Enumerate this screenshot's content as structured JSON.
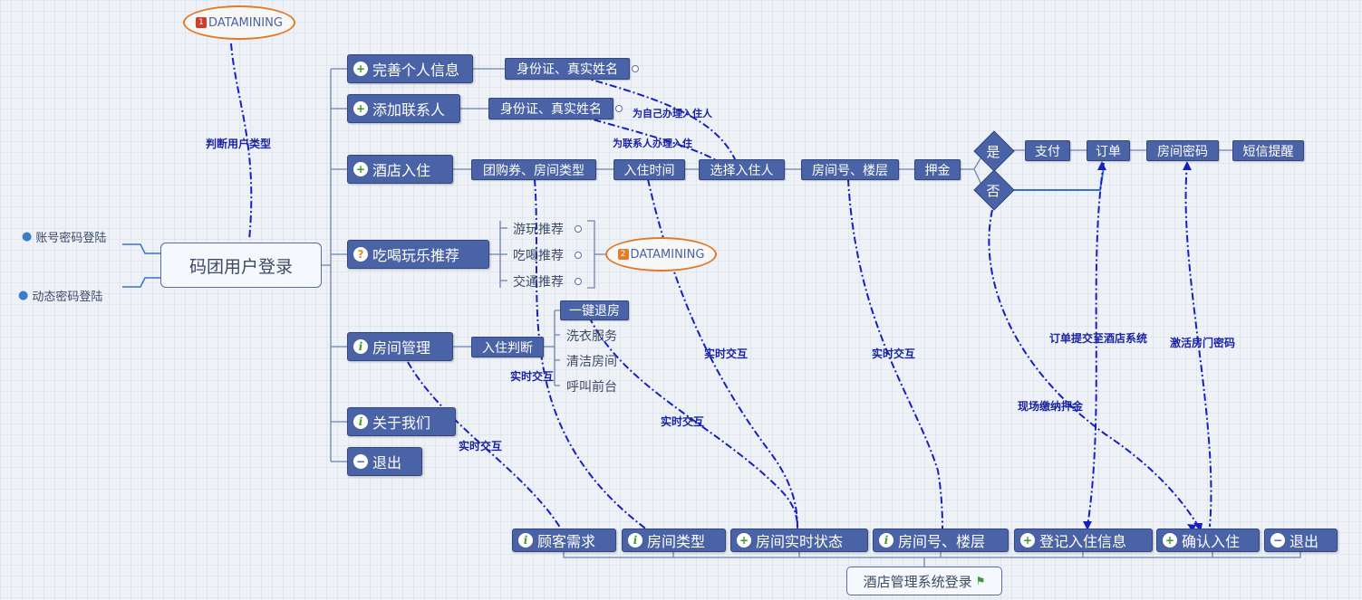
{
  "center": "码团用户登录",
  "logins": [
    "账号密码登陆",
    "动态密码登陆"
  ],
  "top_tag": "DATAMINING",
  "top_tag_num": "1",
  "judge_label": "判断用户类型",
  "menu": [
    "完善个人信息",
    "添加联系人",
    "酒店入住",
    "吃喝玩乐推荐",
    "房间管理",
    "关于我们",
    "退出"
  ],
  "id_name": "身份证、真实姓名",
  "checkin_flow": [
    "团购券、房间类型",
    "入住时间",
    "选择入住人",
    "房间号、楼层",
    "押金"
  ],
  "decision": [
    "是",
    "否"
  ],
  "pay_flow": [
    "支付",
    "订单",
    "房间密码",
    "短信提醒"
  ],
  "link_labels": {
    "self": "为自己办理入住人",
    "contact": "为联系人办理入住",
    "realtime": "实时交互",
    "order_submit": "订单提交至酒店系统",
    "activate": "激活房门密码",
    "deposit": "现场缴纳押金"
  },
  "recommend": [
    "游玩推荐",
    "吃喝推荐",
    "交通推荐"
  ],
  "recommend_tag": "DATAMINING",
  "recommend_tag_num": "2",
  "room_judge": "入住判断",
  "room_services": [
    "一键退房",
    "洗衣服务",
    "清洁房间",
    "呼叫前台"
  ],
  "hotel_bar": [
    "顾客需求",
    "房间类型",
    "房间实时状态",
    "房间号、楼层",
    "登记入住信息",
    "确认入住",
    "退出"
  ],
  "hotel_root": "酒店管理系统登录"
}
